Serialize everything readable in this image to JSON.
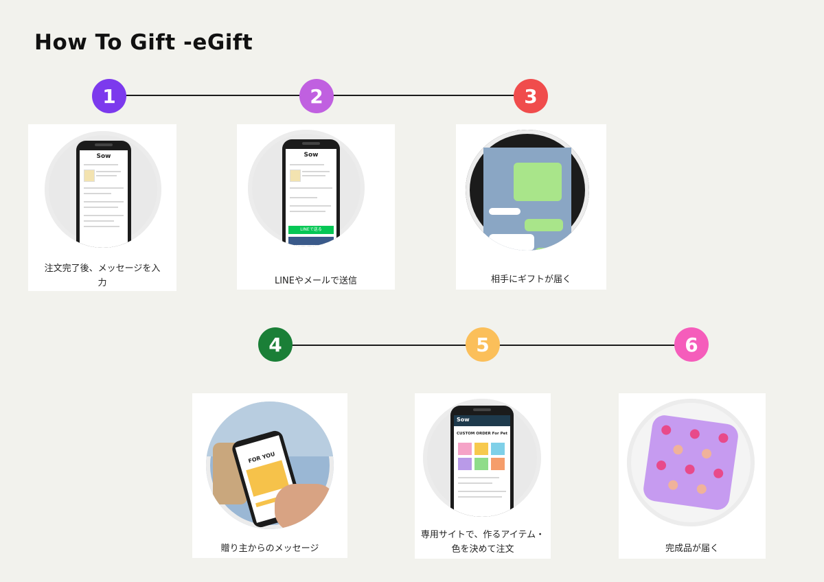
{
  "title": "How To Gift -eGift",
  "steps": [
    {
      "number": "1",
      "color": "#7c3aed",
      "caption": "注文完了後、メッセージを入\n力"
    },
    {
      "number": "2",
      "color": "#c060e0",
      "caption": "LINEやメールで送信"
    },
    {
      "number": "3",
      "color": "#f04c4c",
      "caption": "相手にギフトが届く"
    },
    {
      "number": "4",
      "color": "#1a7f37",
      "caption": "贈り主からのメッセージ"
    },
    {
      "number": "5",
      "color": "#fbbf5a",
      "caption": "専用サイトで、作るアイテム・\n色を決めて注文"
    },
    {
      "number": "6",
      "color": "#f55dbb",
      "caption": "完成品が届く"
    }
  ],
  "screens": {
    "sow_logo": "Sow",
    "line_button": "LINEで送る",
    "for_you": "FOR YOU",
    "custom_order": "CUSTOM ORDER For Pet"
  },
  "colors": {
    "line_green": "#06c755",
    "line_chat_bg": "#8aa6c4",
    "pillow_purple": "#c69bf0"
  }
}
